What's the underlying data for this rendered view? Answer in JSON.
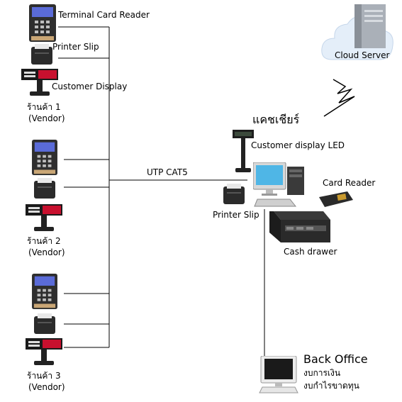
{
  "vendors": [
    {
      "name": "ร้านค้า 1",
      "sub": "(Vendor)"
    },
    {
      "name": "ร้านค้า 2",
      "sub": "(Vendor)"
    },
    {
      "name": "ร้านค้า 3",
      "sub": "(Vendor)"
    }
  ],
  "labels": {
    "terminal_card_reader": "Terminal Card Reader",
    "printer_slip_vendor": "Printer Slip",
    "customer_display_vendor": "Customer Display",
    "cable": "UTP CAT5",
    "cashier": "แคชเชียร์",
    "customer_display_led": "Customer display LED",
    "card_reader": "Card Reader",
    "printer_slip_cashier": "Printer Slip",
    "cash_drawer": "Cash drawer",
    "cloud_server": "Cloud Server",
    "back_office_title": "Back Office",
    "back_office_line1": "งบการเงิน",
    "back_office_line2": "งบกำไรขาดทุน"
  },
  "colors": {
    "wire": "#000000",
    "cloud": "#e4eef9",
    "display_red": "#c8102e",
    "terminal_screen": "#5a6bd8"
  }
}
